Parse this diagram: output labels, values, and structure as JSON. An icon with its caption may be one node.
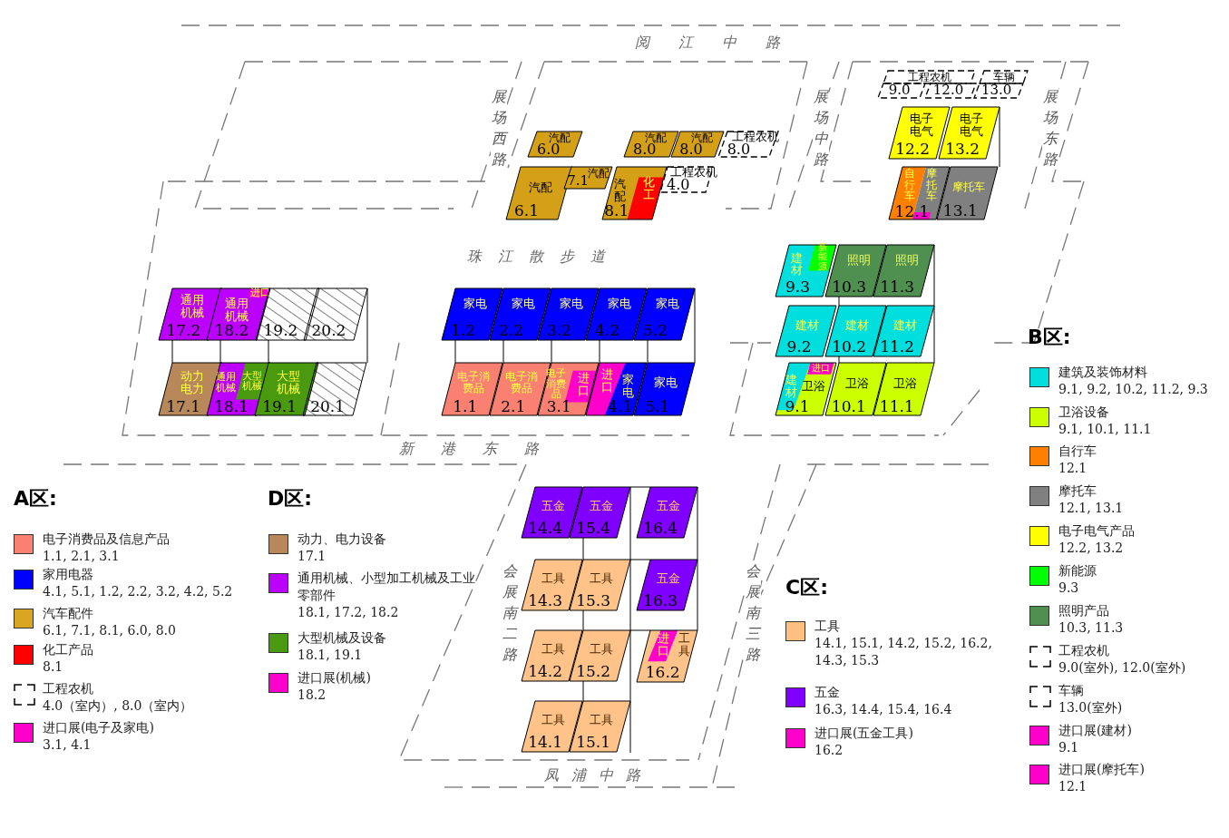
{
  "diagram": {
    "nodes": [
      {
        "text": [
          "工程农机"
        ]
      },
      {
        "text": [
          "车辆"
        ]
      },
      {
        "text": [
          "9.0"
        ]
      },
      {
        "text": [
          "12.0"
        ]
      },
      {
        "text": [
          "13.0"
        ]
      },
      {
        "text": [
          "汽配",
          "6.0"
        ]
      },
      {
        "text": [
          "汽配",
          "8.0"
        ]
      },
      {
        "text": [
          "汽配",
          "8.0"
        ]
      },
      {
        "text": [
          "工程农机",
          "8.0"
        ]
      },
      {
        "text": [
          "电子电气",
          "12.2"
        ]
      },
      {
        "text": [
          "电子电气",
          "13.2"
        ]
      },
      {
        "text": [
          "汽配",
          "6.1"
        ]
      },
      {
        "text": [
          "汽配",
          "7.1"
        ]
      },
      {
        "text": [
          "汽配",
          "化工",
          "8.1"
        ]
      },
      {
        "text": [
          "工程农机",
          "4.0"
        ]
      },
      {
        "text": [
          "自行车",
          "摩托车",
          "12.1"
        ]
      },
      {
        "text": [
          "摩托车",
          "13.1"
        ]
      },
      {
        "text": [
          "建材",
          "新能源",
          "9.3"
        ]
      },
      {
        "text": [
          "照明",
          "10.3"
        ]
      },
      {
        "text": [
          "照明",
          "11.3"
        ]
      },
      {
        "text": [
          "通用机械",
          "17.2"
        ]
      },
      {
        "text": [
          "进口",
          "通用机械",
          "18.2"
        ]
      },
      {
        "text": [
          "19.2"
        ]
      },
      {
        "text": [
          "20.2"
        ]
      },
      {
        "text": [
          "家电",
          "1.2"
        ]
      },
      {
        "text": [
          "家电",
          "2.2"
        ]
      },
      {
        "text": [
          "家电",
          "3.2"
        ]
      },
      {
        "text": [
          "家电",
          "4.2"
        ]
      },
      {
        "text": [
          "家电",
          "5.2"
        ]
      },
      {
        "text": [
          "建材",
          "9.2"
        ]
      },
      {
        "text": [
          "建材",
          "10.2"
        ]
      },
      {
        "text": [
          "建材",
          "11.2"
        ]
      },
      {
        "text": [
          "动力电力",
          "17.1"
        ]
      },
      {
        "text": [
          "通用机械",
          "大型机械",
          "18.1"
        ]
      },
      {
        "text": [
          "大型机械",
          "19.1"
        ]
      },
      {
        "text": [
          "20.1"
        ]
      },
      {
        "text": [
          "电子消费品",
          "1.1"
        ]
      },
      {
        "text": [
          "电子消费品",
          "2.1"
        ]
      },
      {
        "text": [
          "电子消费品",
          "进口",
          "3.1"
        ]
      },
      {
        "text": [
          "进口",
          "家电",
          "4.1"
        ]
      },
      {
        "text": [
          "家电",
          "5.1"
        ]
      },
      {
        "text": [
          "建材",
          "进口",
          "卫浴",
          "9.1"
        ]
      },
      {
        "text": [
          "卫浴",
          "10.1"
        ]
      },
      {
        "text": [
          "卫浴",
          "11.1"
        ]
      },
      {
        "text": [
          "五金",
          "14.4"
        ]
      },
      {
        "text": [
          "五金",
          "15.4"
        ]
      },
      {
        "text": [
          "五金",
          "16.4"
        ]
      },
      {
        "text": [
          "工具",
          "14.3"
        ]
      },
      {
        "text": [
          "工具",
          "15.3"
        ]
      },
      {
        "text": [
          "五金",
          "16.3"
        ]
      },
      {
        "text": [
          "工具",
          "14.2"
        ]
      },
      {
        "text": [
          "工具",
          "15.2"
        ]
      },
      {
        "text": [
          "进口",
          "工具",
          "16.2"
        ]
      },
      {
        "text": [
          "工具",
          "14.1"
        ]
      },
      {
        "text": [
          "工具",
          "15.1"
        ]
      }
    ],
    "edges": [
      {
        "from": 10,
        "to": 16,
        "arrow": "none"
      },
      {
        "from": 20,
        "to": 32,
        "arrow": "none"
      },
      {
        "from": 21,
        "to": 33,
        "arrow": "none"
      },
      {
        "from": 22,
        "to": 34,
        "arrow": "none"
      },
      {
        "from": 24,
        "to": 36,
        "arrow": "none"
      },
      {
        "from": 25,
        "to": 37,
        "arrow": "none"
      },
      {
        "from": 26,
        "to": 38,
        "arrow": "none"
      },
      {
        "from": 27,
        "to": 39,
        "arrow": "none"
      },
      {
        "from": 28,
        "to": 40,
        "arrow": "none"
      },
      {
        "from": 18,
        "to": 30,
        "arrow": "none"
      },
      {
        "from": 30,
        "to": 42,
        "arrow": "none"
      },
      {
        "from": 45,
        "to": 48,
        "arrow": "none"
      },
      {
        "from": 48,
        "to": 51,
        "arrow": "none"
      },
      {
        "from": 51,
        "to": 54,
        "arrow": "none"
      },
      {
        "from": 46,
        "to": 49,
        "arrow": "none"
      },
      {
        "from": 49,
        "to": 52,
        "arrow": "none"
      }
    ],
    "labels": [
      "阅江中路",
      "展场西路",
      "展场中路",
      "展场东路",
      "珠江散步道",
      "B区:",
      "新港东路",
      "A区:",
      "D区:",
      "会展南二路",
      "会展南三路",
      "C区:",
      "凤浦中路"
    ],
    "legend": [
      {
        "text": "电子消费品及信息产品 1.1, 2.1, 3.1",
        "color": "#fa8072"
      },
      {
        "text": "家用电器 4.1, 5.1, 1.2, 2.2, 3.2, 4.2, 5.2",
        "color": "#0000ff"
      },
      {
        "text": "汽车配件 6.1, 7.1, 8.1, 6.0, 8.0",
        "color": "#daa520"
      },
      {
        "text": "化工产品 8.1",
        "color": "#ff0000"
      },
      {
        "text": "工程农机 4.0（室内）, 8.0（室内）"
      },
      {
        "text": "进口展(电子及家电) 3.1, 4.1",
        "color": "#ff00cc"
      },
      {
        "text": "动力、电力设备 17.1",
        "color": "#b8875a"
      },
      {
        "text": "通用机械、小型加工机械及工业零部件 18.1, 17.2, 18.2",
        "color": "#bb00ff"
      },
      {
        "text": "大型机械及设备 18.1, 19.1",
        "color": "#4a9a10"
      },
      {
        "text": "进口展(机械) 18.2",
        "color": "#ff00cc"
      },
      {
        "text": "工具 14.1, 15.1, 14.2, 15.2, 16.2, 14.3, 15.3",
        "color": "#ffc080"
      },
      {
        "text": "五金 16.3, 14.4, 15.4, 16.4",
        "color": "#8000ff"
      },
      {
        "text": "进口展(五金工具) 16.2",
        "color": "#ff00cc"
      },
      {
        "text": "建筑及装饰材料 9.1, 9.2, 10.2, 11.2, 9.3",
        "color": "#00dede"
      },
      {
        "text": "卫浴设备 9.1, 10.1, 11.1",
        "color": "#ccff00"
      },
      {
        "text": "自行车 12.1",
        "color": "#ff8000"
      },
      {
        "text": "摩托车 12.1, 13.1",
        "color": "#808080"
      },
      {
        "text": "电子电气产品 12.2, 13.2",
        "color": "#ffff00"
      },
      {
        "text": "新能源 9.3",
        "color": "#00ff00"
      },
      {
        "text": "照明产品 10.3, 11.3",
        "color": "#4f8f4f"
      },
      {
        "text": "工程农机 9.0(室外), 12.0(室外)"
      },
      {
        "text": "车辆 13.0(室外)"
      },
      {
        "text": "进口展(建材) 9.1",
        "color": "#ff00cc"
      },
      {
        "text": "进口展(摩托车) 12.1",
        "color": "#ff00cc"
      }
    ]
  }
}
